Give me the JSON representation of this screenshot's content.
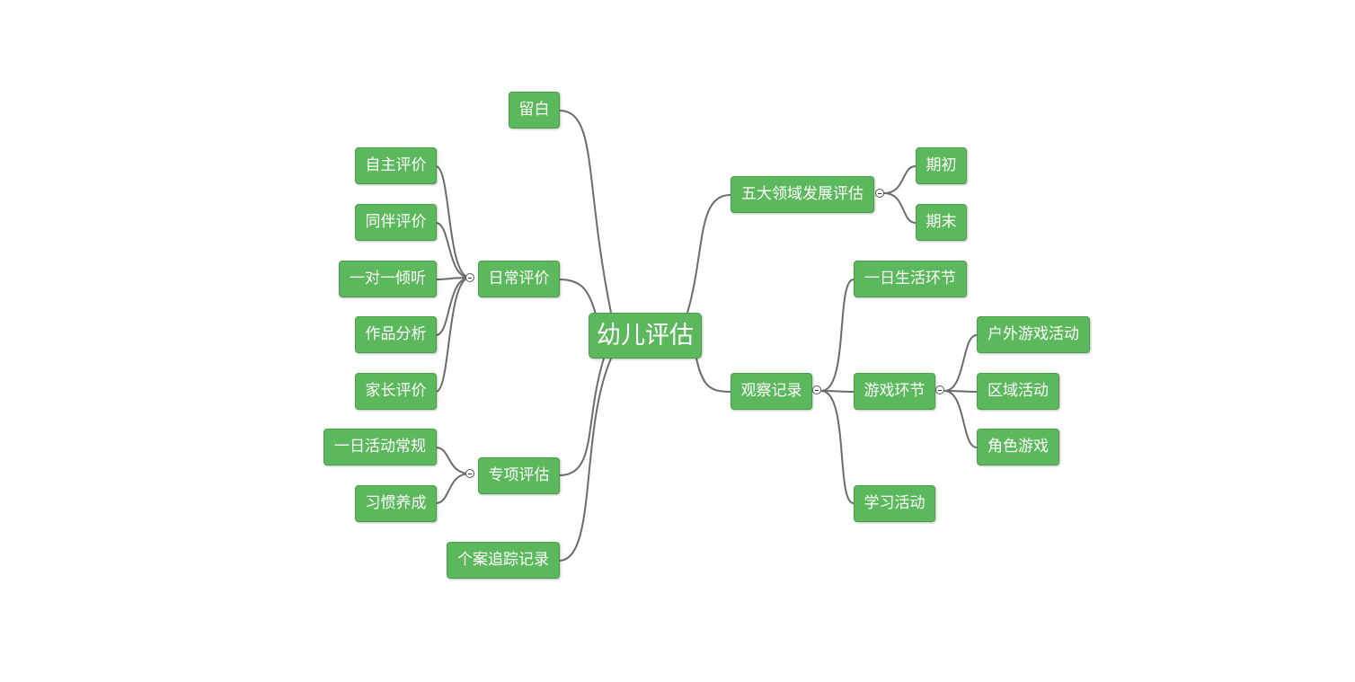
{
  "colors": {
    "node_fill": "#5cb85c",
    "node_border": "#4a9e4a",
    "node_text": "#ffffff",
    "connector": "#6b6b6b",
    "background": "#ffffff"
  },
  "mindmap": {
    "root": "幼儿评估",
    "left": [
      {
        "label": "留白"
      },
      {
        "label": "日常评价",
        "children": [
          "自主评价",
          "同伴评价",
          "一对一倾听",
          "作品分析",
          "家长评价"
        ]
      },
      {
        "label": "专项评估",
        "children": [
          "一日活动常规",
          "习惯养成"
        ]
      },
      {
        "label": "个案追踪记录"
      }
    ],
    "right": [
      {
        "label": "五大领域发展评估",
        "children": [
          "期初",
          "期末"
        ]
      },
      {
        "label": "观察记录",
        "children": [
          {
            "label": "一日生活环节"
          },
          {
            "label": "游戏环节",
            "children": [
              "户外游戏活动",
              "区域活动",
              "角色游戏"
            ]
          },
          {
            "label": "学习活动"
          }
        ]
      }
    ]
  }
}
